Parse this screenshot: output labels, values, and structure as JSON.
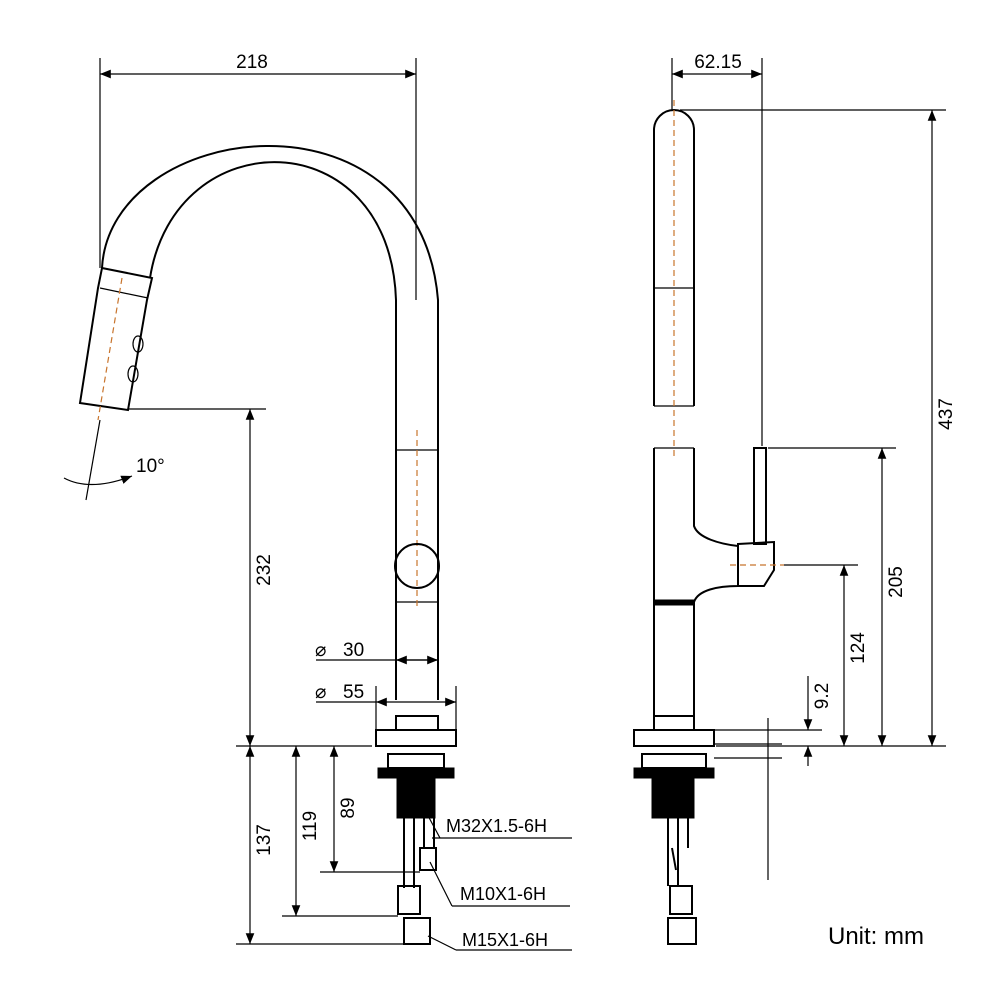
{
  "dimensions": {
    "width_front": "218",
    "offset_side": "62.15",
    "total_height": "437",
    "spout_height": "232",
    "spray_angle": "10°",
    "lever_height": "205",
    "lever_axis": "124",
    "deck_thickness": "9.2",
    "diameter_body_symbol": "⌀",
    "diameter_body": "30",
    "diameter_base_symbol": "⌀",
    "diameter_base": "55",
    "below_deck_total": "137",
    "below_deck_mid": "119",
    "below_deck_short": "89"
  },
  "threads": {
    "shank": "M32X1.5-6H",
    "hose_small": "M10X1-6H",
    "hose_large": "M15X1-6H"
  },
  "unit_label": "Unit: mm",
  "colors": {
    "line": "#000000",
    "centerline": "#c8742c",
    "background": "#ffffff"
  }
}
